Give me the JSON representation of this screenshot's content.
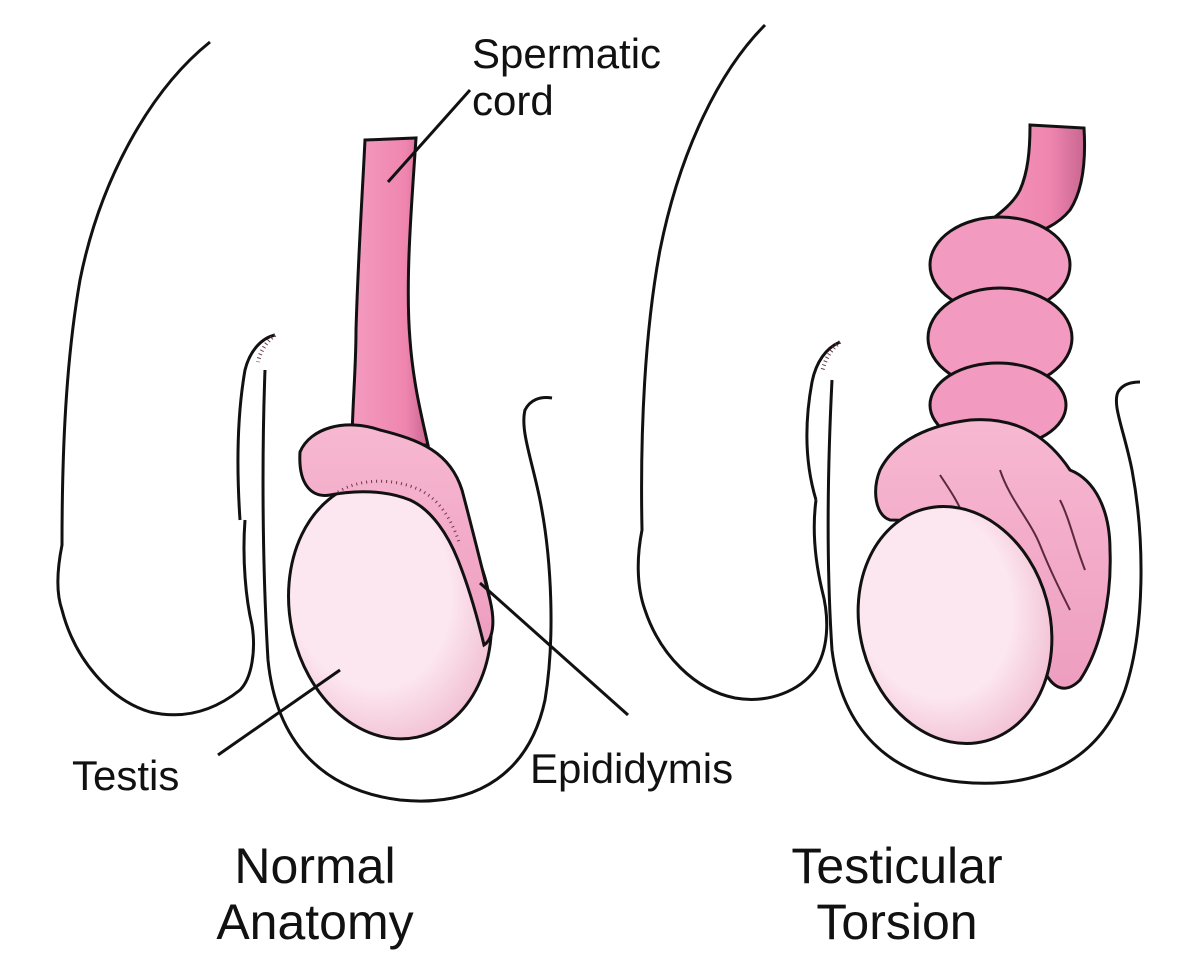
{
  "labels": {
    "spermatic_cord": [
      "Spermatic",
      "cord"
    ],
    "testis": "Testis",
    "epididymis": "Epididymis",
    "normal": [
      "Normal",
      "Anatomy"
    ],
    "torsion": [
      "Testicular",
      "Torsion"
    ]
  },
  "colors": {
    "outline": "#111111",
    "cord_pink": "#f08cb4",
    "epididymis_pink": "#f5aecb",
    "testis_pink": "#fce6ef",
    "stipple": "#6a3a4a"
  }
}
